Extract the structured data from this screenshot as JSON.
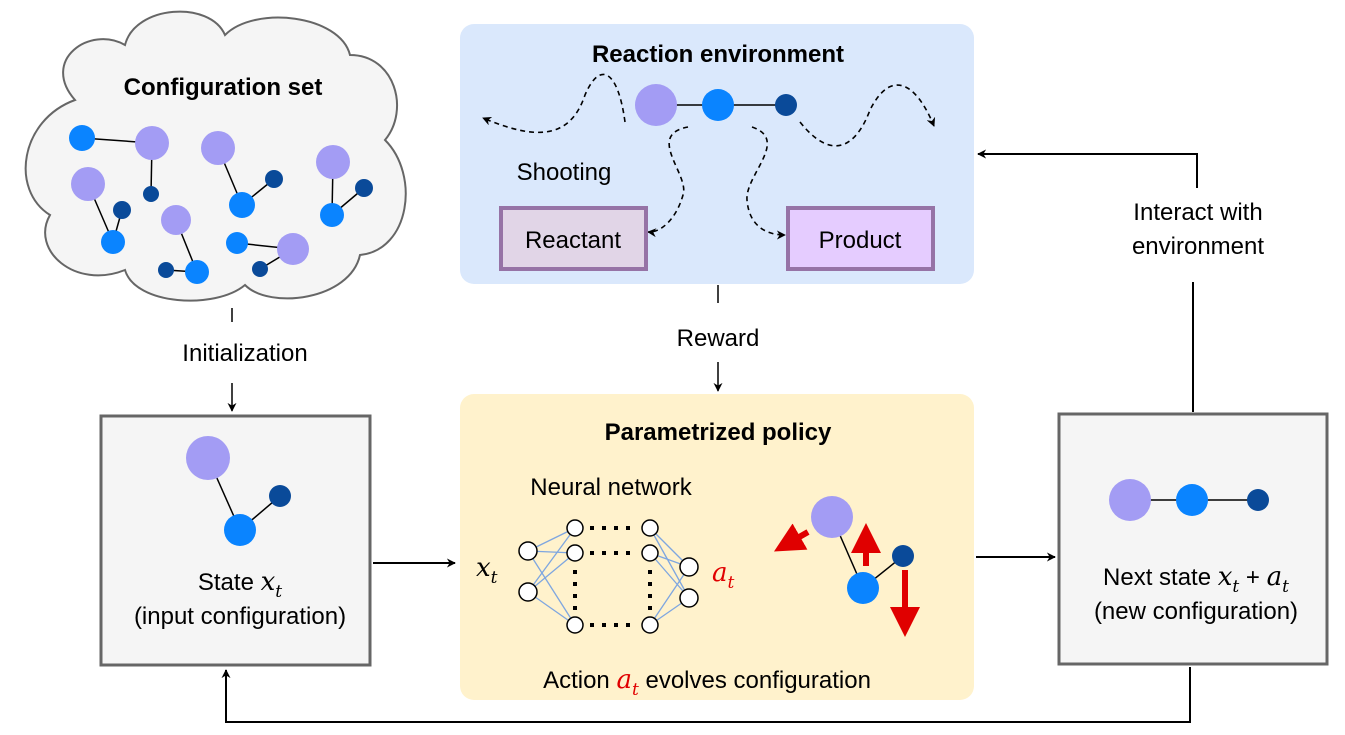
{
  "config_set": {
    "title": "Configuration set"
  },
  "reaction_env": {
    "title": "Reaction environment",
    "shooting": "Shooting",
    "reactant": "Reactant",
    "product": "Product"
  },
  "labels": {
    "initialization": "Initialization",
    "reward": "Reward",
    "interact_line1": "Interact with",
    "interact_line2": "environment"
  },
  "state": {
    "prefix": "State ",
    "symbol": "x",
    "subscript": "t",
    "line2": "(input configuration)"
  },
  "policy": {
    "title": "Parametrized policy",
    "nn_label": "Neural network",
    "input_symbol": "x",
    "output_symbol": "a",
    "subscript": "t",
    "action_prefix": "Action ",
    "action_symbol": "a",
    "action_suffix": " evolves configuration"
  },
  "next_state": {
    "prefix": "Next state ",
    "symbol_x": "x",
    "plus": " + ",
    "symbol_a": "a",
    "subscript": "t",
    "line2": "(new configuration)"
  },
  "colors": {
    "atom_large": "#a39cf4",
    "atom_medium": "#0a84ff",
    "atom_small": "#0a4a99",
    "env_fill": "#dae8fc",
    "policy_fill": "#fff2cc",
    "state_fill": "#f5f5f5",
    "reactant_fill": "#e1d5e7",
    "product_fill": "#e5ccff",
    "box_border_purple": "#9673a6",
    "action_arrow": "#e00000"
  }
}
